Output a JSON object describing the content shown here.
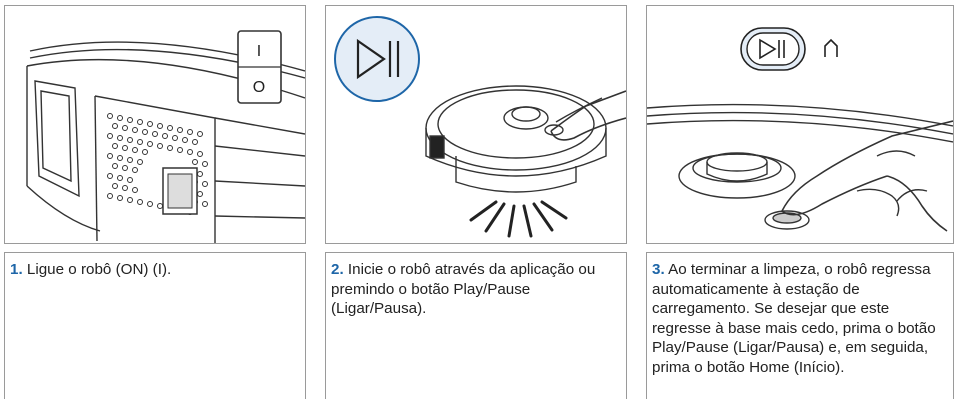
{
  "steps": [
    {
      "number": "1.",
      "text": "Ligue o robô (ON) (I).",
      "switch": {
        "on_symbol": "I",
        "off_symbol": "O"
      }
    },
    {
      "number": "2.",
      "text": "Inicie o robô através da aplicação ou premindo o botão Play/Pause (Ligar/Pausa).",
      "icon": "play-pause-icon"
    },
    {
      "number": "3.",
      "text": "Ao terminar a limpeza, o robô regressa automaticamente à estação de carregamento. Se desejar que este regresse à base mais cedo, prima o botão Play/Pause (Ligar/Pausa) e, em seguida, prima o botão Home (Início).",
      "icons": [
        "play-pause-icon",
        "home-icon"
      ]
    }
  ],
  "colors": {
    "accent": "#1e66a8",
    "badge_fill": "#e4edf7",
    "line": "#333333",
    "border": "#9a9a9a"
  }
}
